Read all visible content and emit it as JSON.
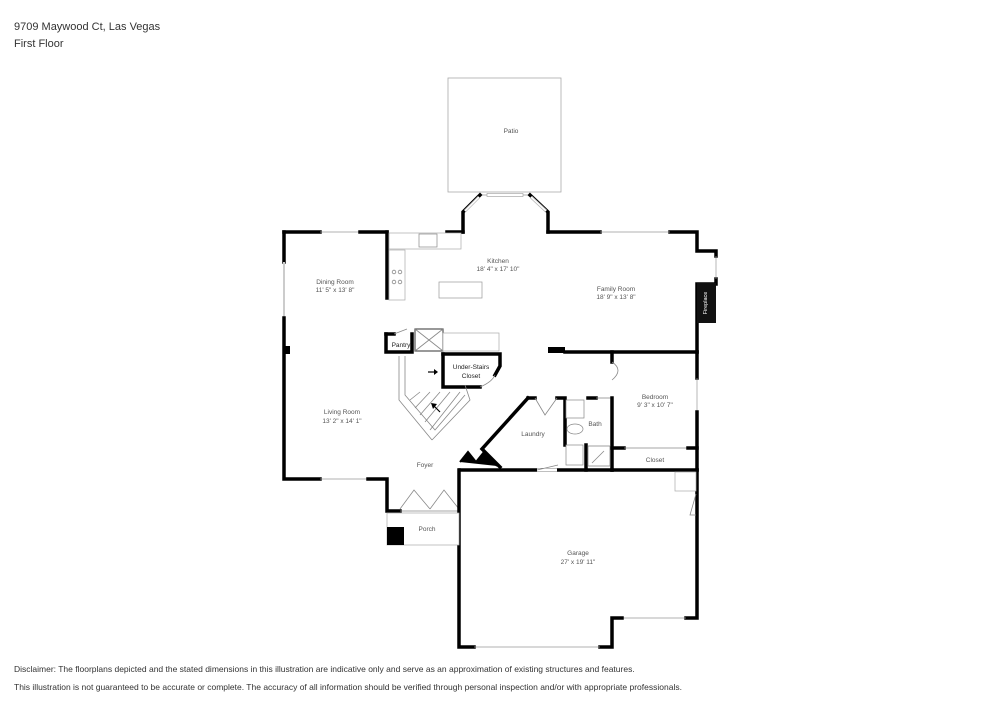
{
  "header": {
    "address": "9709 Maywood Ct, Las Vegas",
    "floor": "First Floor"
  },
  "rooms": {
    "patio": {
      "name": "Patio"
    },
    "kitchen": {
      "name": "Kitchen",
      "dims": "18' 4\" x 17' 10\""
    },
    "dining": {
      "name": "Dining Room",
      "dims": "11' 5\" x 13' 8\""
    },
    "family": {
      "name": "Family Room",
      "dims": "18' 9\" x 13' 8\""
    },
    "fireplace": {
      "name": "Fireplace"
    },
    "pantry": {
      "name": "Pantry"
    },
    "under_stairs": {
      "name_line1": "Under-Stairs",
      "name_line2": "Closet"
    },
    "living": {
      "name": "Living Room",
      "dims": "13' 2\" x 14' 1\""
    },
    "laundry": {
      "name": "Laundry"
    },
    "bath": {
      "name": "Bath"
    },
    "bedroom": {
      "name": "Bedroom",
      "dims": "9' 3\" x 10' 7\""
    },
    "closet": {
      "name": "Closet"
    },
    "foyer": {
      "name": "Foyer"
    },
    "porch": {
      "name": "Porch"
    },
    "garage": {
      "name": "Garage",
      "dims": "27' x 19' 11\""
    }
  },
  "disclaimer": {
    "line1": "Disclaimer: The floorplans depicted and the stated dimensions in this illustration are indicative only and serve as an approximation of existing structures and features.",
    "line2": "This illustration is not guaranteed to be accurate or complete. The accuracy of all information should be verified through personal inspection and/or with appropriate professionals."
  }
}
